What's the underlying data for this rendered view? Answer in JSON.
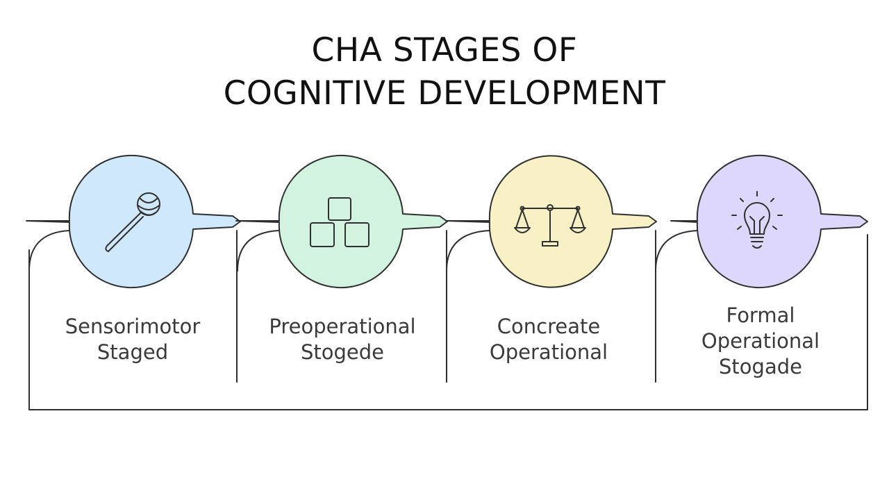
{
  "title": {
    "line1": "CHA STAGES OF",
    "line2": "COGNITIVE DEVELOPMENT"
  },
  "stages": [
    {
      "label_lines": [
        "Sensorimotor",
        "Staged"
      ],
      "icon": "rattle-icon",
      "color": "#cfe8fb"
    },
    {
      "label_lines": [
        "Preoperational",
        "Stogede"
      ],
      "icon": "building-blocks-icon",
      "color": "#d3f3e1"
    },
    {
      "label_lines": [
        "Concreate",
        "Operational"
      ],
      "icon": "balance-scale-icon",
      "color": "#f8f1c6"
    },
    {
      "label_lines": [
        "Formal",
        "Operational",
        "Stogade"
      ],
      "icon": "lightbulb-icon",
      "color": "#dcd7fb"
    }
  ],
  "colors": {
    "stroke": "#2f2f2f",
    "text": "#3a3a3a"
  }
}
